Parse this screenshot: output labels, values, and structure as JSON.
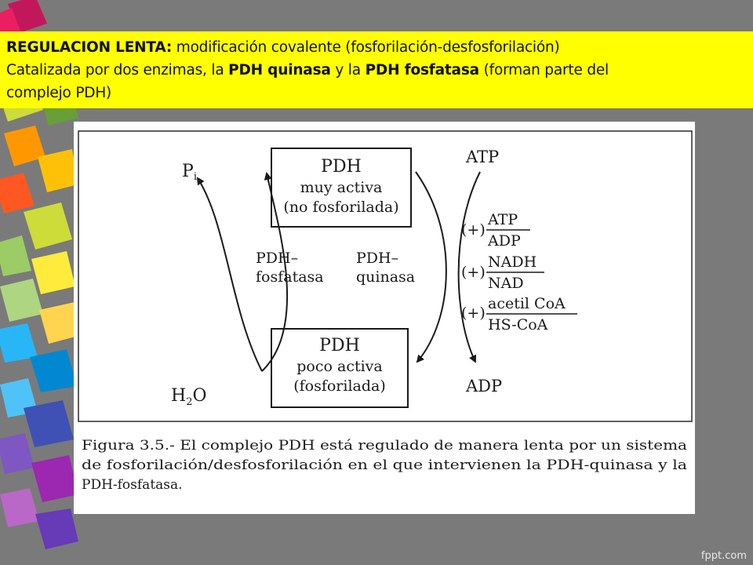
{
  "banner": {
    "line1_bold": "REGULACION LENTA:",
    "line1_rest": " modificación covalente (fosforilación-desfosforilación)",
    "line2_a": "Catalizada por dos enzimas, la ",
    "line2_bold1": "PDH quinasa",
    "line2_b": " y la ",
    "line2_bold2": "PDH fosfatasa",
    "line2_c": " (forman parte del",
    "line3": "complejo PDH)"
  },
  "diagram": {
    "box_top": {
      "title": "PDH",
      "line2": "muy activa",
      "line3": "(no fosforilada)"
    },
    "box_bottom": {
      "title": "PDH",
      "line2": "poco activa",
      "line3": "(fosforilada)"
    },
    "enzyme_left": {
      "line1": "PDH–",
      "line2": "fosfatasa"
    },
    "enzyme_right": {
      "line1": "PDH–",
      "line2": "quinasa"
    },
    "pi": {
      "main": "P",
      "sub": "i"
    },
    "h2o": {
      "pre": "H",
      "sub": "2",
      "post": "O"
    },
    "atp": "ATP",
    "adp": "ADP",
    "activators": [
      {
        "sign": "(+)",
        "numerator": "ATP",
        "denominator": "ADP"
      },
      {
        "sign": "(+)",
        "numerator": "NADH",
        "denominator": "NAD"
      },
      {
        "sign": "(+)",
        "numerator": "acetil CoA",
        "denominator": "HS-CoA"
      }
    ],
    "caption": {
      "line1": "Figura 3.5.- El complejo PDH está regulado de manera lenta por un sistema",
      "line2": "de fosforilación/desfosforilación en el que intervienen la PDH-quinasa y la",
      "line3": "PDH-fosfatasa."
    }
  },
  "footer": {
    "brand": "fppt.com"
  },
  "colors": {
    "background": "#7a7a7a",
    "banner": "#ffff00",
    "figure": "#ffffff",
    "ink": "#1a1a1a"
  }
}
